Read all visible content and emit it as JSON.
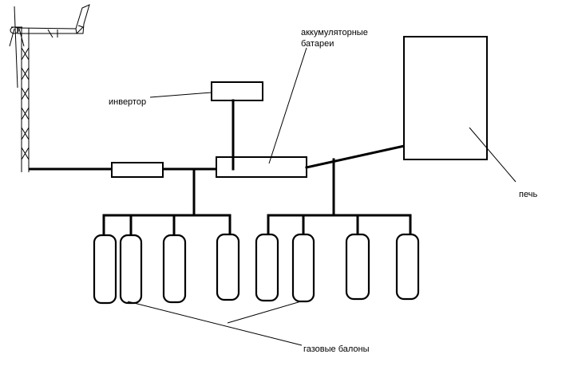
{
  "labels": {
    "inverter": "инвертор",
    "batteries_line1": "аккумуляторные",
    "batteries_line2": "батареи",
    "stove": "печь",
    "gas_cylinders": "газовые балоны"
  },
  "colors": {
    "line": "#000000",
    "background": "#ffffff"
  },
  "icons": {
    "turbine": "wind-turbine-icon"
  }
}
